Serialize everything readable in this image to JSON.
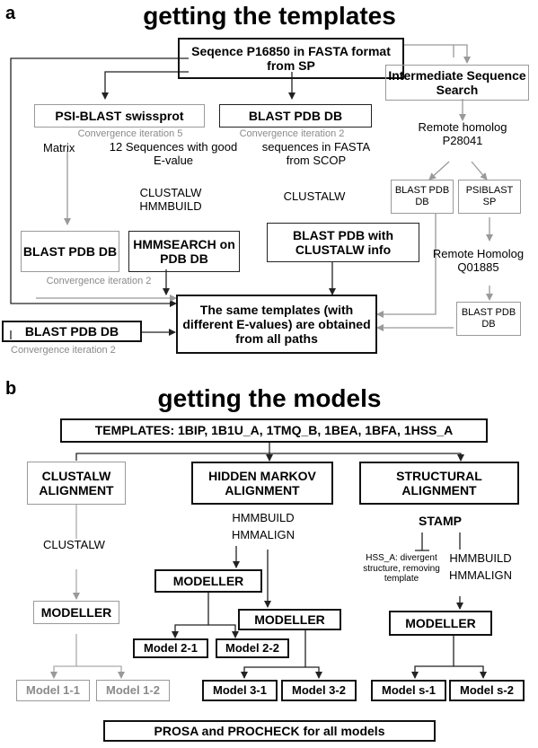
{
  "panel_a": {
    "label": "a",
    "title": "getting the templates",
    "query": "Seqence P16850 in FASTA format from SP",
    "intermediate": "Intermediate Sequence Search",
    "psi_blast": "PSI-BLAST swissprot",
    "blast_pdb_top": "BLAST PDB DB",
    "conv5": "Convergence iteration 5",
    "conv2_top": "Convergence iteration 2",
    "matrix": "Matrix",
    "twelve_seq": "12 Sequences with good E-value",
    "seq_fasta": "sequences in FASTA from SCOP",
    "clustalw_hmmbuild_1": "CLUSTALW",
    "clustalw_hmmbuild_2": "HMMBUILD",
    "clustalw_right": "CLUSTALW",
    "remote_homolog_1": "Remote homolog",
    "remote_homolog_1_id": "P28041",
    "blast_pdb_small": "BLAST PDB DB",
    "psiblast_sp": "PSIBLAST SP",
    "blast_pdb_left": "BLAST PDB DB",
    "hmmsearch": "HMMSEARCH on PDB DB",
    "blast_clustalw": "BLAST PDB with CLUSTALW info",
    "remote_homolog_2": "Remote Homolog",
    "remote_homolog_2_id": "Q01885",
    "conv2_left": "Convergence iteration 2",
    "blast_pdb_small_2": "BLAST PDB DB",
    "same_templates": "The same templates (with different E-values) are obtained from all paths",
    "blast_pdb_bottom": "BLAST PDB DB",
    "conv2_bottom": "Convergence iteration 2"
  },
  "panel_b": {
    "label": "b",
    "title": "getting the models",
    "templates": "TEMPLATES: 1BIP, 1B1U_A, 1TMQ_B, 1BEA, 1BFA, 1HSS_A",
    "clustalw_alignment": "CLUSTALW ALIGNMENT",
    "hidden_markov": "HIDDEN MARKOV ALIGNMENT",
    "structural": "STRUCTURAL ALIGNMENT",
    "clustalw": "CLUSTALW",
    "hmmbuild": "HMMBUILD",
    "hmmalign": "HMMALIGN",
    "stamp": "STAMP",
    "hss_note": "HSS_A: divergent structure, removing template",
    "hmmbuild_r": "HMMBUILD",
    "hmmalign_r": "HMMALIGN",
    "modeller_mid": "MODELLER",
    "modeller_left": "MODELLER",
    "modeller_mid2": "MODELLER",
    "modeller_right": "MODELLER",
    "model_2_1": "Model 2-1",
    "model_2_2": "Model 2-2",
    "model_1_1": "Model 1-1",
    "model_1_2": "Model 1-2",
    "model_3_1": "Model 3-1",
    "model_3_2": "Model 3-2",
    "model_s_1": "Model s-1",
    "model_s_2": "Model s-2",
    "prosa": "PROSA and PROCHECK for all models"
  },
  "colors": {
    "line": "#222222",
    "grey": "#8a8a8a"
  }
}
